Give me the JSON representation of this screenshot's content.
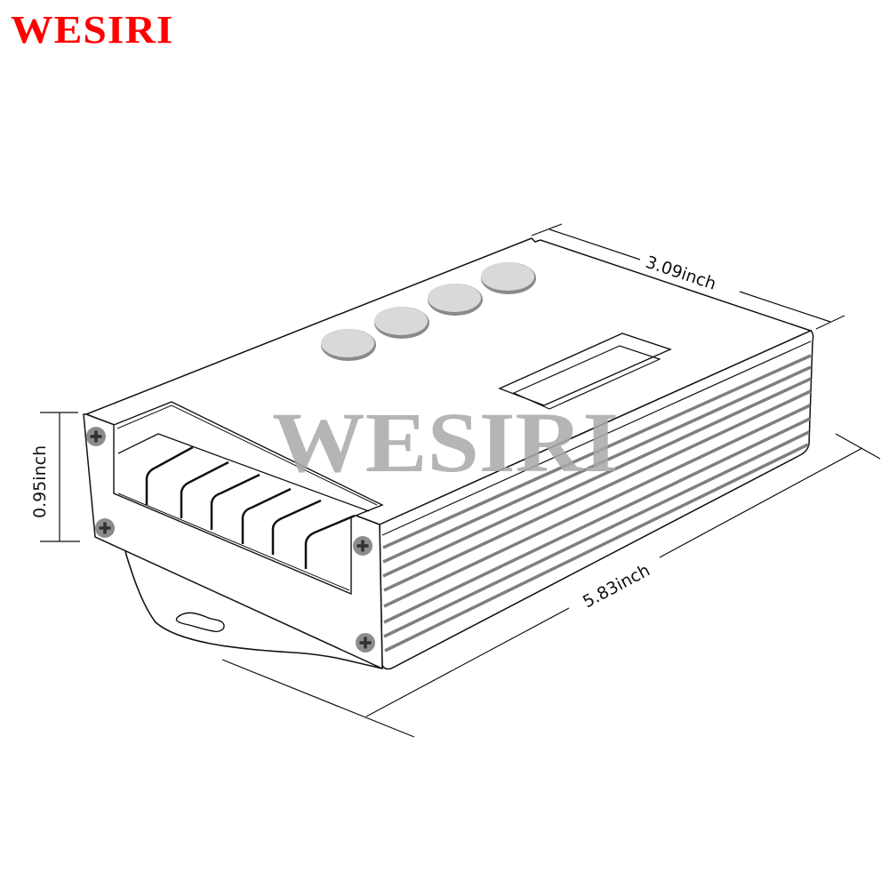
{
  "brand": {
    "name": "WESIRI",
    "color": "#ff0000"
  },
  "watermark": {
    "text": "WESIRI",
    "color": "#a9a9a9"
  },
  "product": {
    "description": "LED controller enclosure, isometric line drawing",
    "buttons_count": 4,
    "screws_count": 4,
    "terminal_slots": 6,
    "button_color": "#d9d9d9",
    "screw_color": "#8c8c8c",
    "rib_color": "#7f7f7f"
  },
  "dimensions": {
    "width": {
      "label": "3.09inch",
      "value": 3.09,
      "unit": "inch"
    },
    "height": {
      "label": "0.95inch",
      "value": 0.95,
      "unit": "inch"
    },
    "length": {
      "label": "5.83inch",
      "value": 5.83,
      "unit": "inch"
    }
  }
}
